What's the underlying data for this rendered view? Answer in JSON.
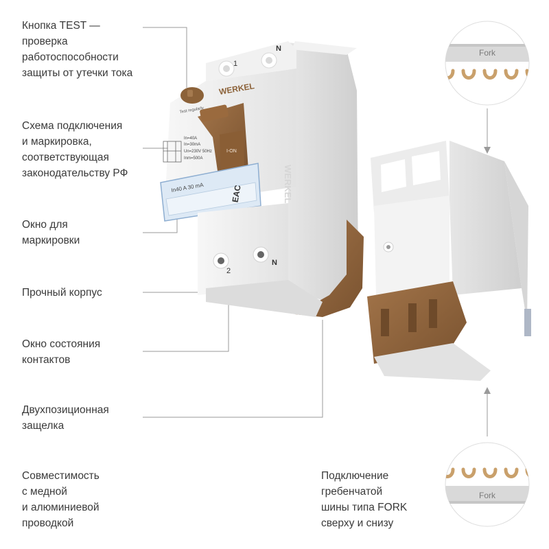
{
  "features": [
    {
      "id": "test-button",
      "text": "Кнопка TEST —\nпроверка\nработоспособности\nзащиты от утечки тока"
    },
    {
      "id": "scheme",
      "text": "Схема подключения\nи маркировка,\nсоответствующая\nзаконодательству РФ"
    },
    {
      "id": "marking-window",
      "text": "Окно для\nмаркировки"
    },
    {
      "id": "housing",
      "text": "Прочный корпус"
    },
    {
      "id": "contact-window",
      "text": "Окно состояния\nконтактов"
    },
    {
      "id": "latch",
      "text": "Двухпозиционная\nзащелка"
    },
    {
      "id": "compat",
      "text": "Совместимость\nс медной\nи алюминиевой\nпроводкой"
    },
    {
      "id": "fork",
      "text": "Подключение\nгребенчатой\nшины типа FORK\nсверху и снизу"
    }
  ],
  "device": {
    "brand": "WERKEL",
    "test_label": "Test regularly",
    "on_label": "I-ON",
    "rating": "In40 A 30 mA",
    "cert": "EAC",
    "spec_lines": [
      "In=30mA",
      "Un=230V 50Hz",
      "Inm=500A",
      "In=40A"
    ],
    "terminal_top_1": "1",
    "terminal_top_n": "N",
    "terminal_bottom_2": "2",
    "terminal_bottom_n": "N"
  },
  "fork_top": {
    "label": "Fork"
  },
  "fork_bottom": {
    "label": "Fork"
  },
  "colors": {
    "bronze": "#8c6239",
    "housing": "#eeeeee",
    "line": "#9a9a9a"
  }
}
